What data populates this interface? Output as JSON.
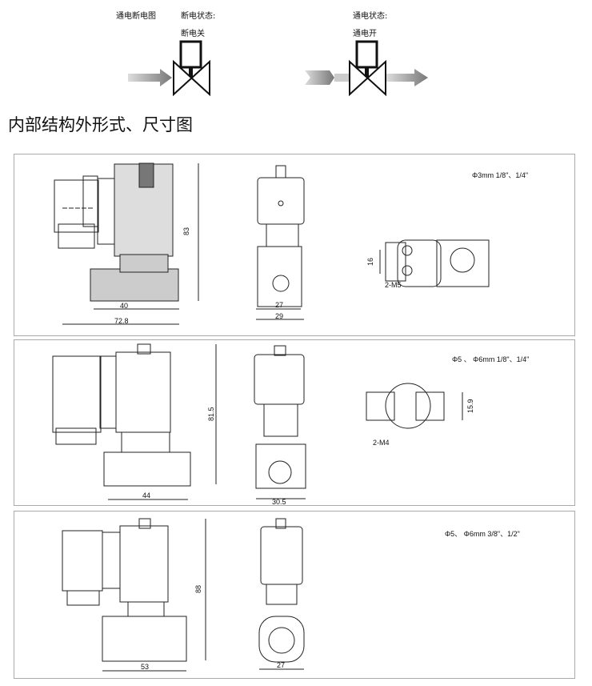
{
  "header": {
    "diagram_label": "通电断电图",
    "off_state": "断电状态:",
    "off_value": "断电关",
    "on_state": "通电状态:",
    "on_value": "通电开"
  },
  "title": "内部结构外形式、尺寸图",
  "panels": [
    {
      "spec": "Φ3mm 1/8\"、1/4\"",
      "dims": {
        "height": "83",
        "body": "40",
        "overall": "72.8",
        "side_inner": "27",
        "side_outer": "29",
        "port": "16",
        "thread": "2-M5"
      }
    },
    {
      "spec": "Φ5 、 Φ6mm 1/8\"、1/4\"",
      "dims": {
        "height": "81.5",
        "body": "44",
        "side": "30.5",
        "port": "15.9",
        "thread": "2-M4"
      }
    },
    {
      "spec": "Φ5、 Φ6mm 3/8\"、1/2\"",
      "dims": {
        "height": "88",
        "body": "53",
        "side": "27"
      }
    }
  ]
}
